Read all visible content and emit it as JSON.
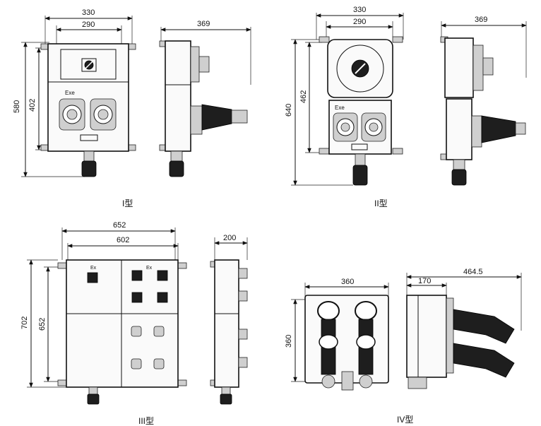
{
  "types": {
    "type1": {
      "caption": "I型",
      "front_width_outer": "330",
      "front_width_inner": "290",
      "height_outer": "580",
      "height_inner": "402",
      "side_depth": "369",
      "enclosure_mark": "Exe"
    },
    "type2": {
      "caption": "II型",
      "front_width_outer": "330",
      "front_width_inner": "290",
      "height_outer": "640",
      "height_inner": "462",
      "side_depth": "369",
      "enclosure_mark": "Exe"
    },
    "type3": {
      "caption": "III型",
      "front_width_outer": "652",
      "front_width_inner": "602",
      "height_outer": "702",
      "height_inner": "652",
      "side_depth": "200",
      "enclosure_mark": "Ex"
    },
    "type4": {
      "caption": "IV型",
      "front_width": "360",
      "front_height": "360",
      "side_depth_outer": "464.5",
      "side_depth_inner": "170"
    }
  }
}
